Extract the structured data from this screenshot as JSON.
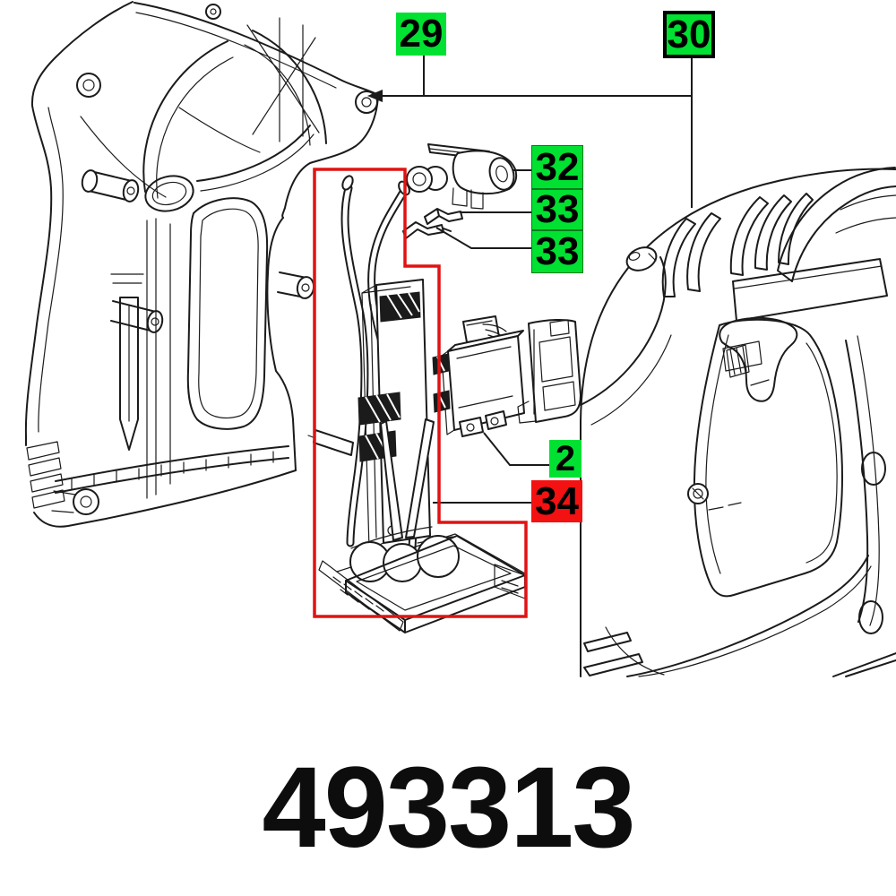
{
  "part_number": {
    "value": "493313"
  },
  "callouts": {
    "c29": {
      "label": "29",
      "style": "green"
    },
    "c30": {
      "label": "30",
      "style": "green-bordered"
    },
    "c32": {
      "label": "32",
      "style": "green-thin"
    },
    "c33a": {
      "label": "33",
      "style": "green-thin"
    },
    "c33b": {
      "label": "33",
      "style": "green-thin"
    },
    "c2": {
      "label": "2",
      "style": "green"
    },
    "c34": {
      "label": "34",
      "style": "red"
    }
  },
  "colors": {
    "callout_green": "#00e132",
    "callout_red": "#f31111",
    "highlight_red": "#e11212",
    "line": "#1b1b1b",
    "background": "#ffffff",
    "text": "#000000"
  }
}
